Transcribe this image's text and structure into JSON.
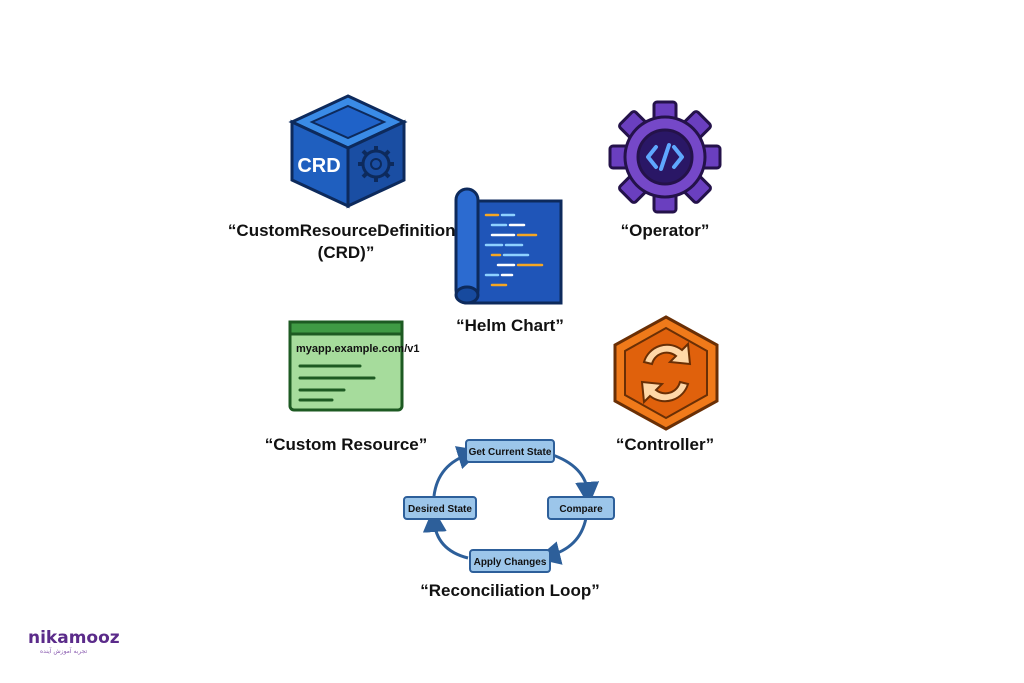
{
  "crd": {
    "label_line1": "“CustomResourceDefinition”",
    "label_line2": "(CRD)”",
    "icon_text": "CRD"
  },
  "operator": {
    "label": "“Operator”"
  },
  "helm": {
    "label": "“Helm Chart”"
  },
  "custom_resource": {
    "label": "“Custom Resource”",
    "api_text": "myapp.example.com/v1"
  },
  "controller": {
    "label": "“Controller”"
  },
  "loop": {
    "label": "“Reconciliation Loop”",
    "steps": {
      "get": "Get Current State",
      "compare": "Compare",
      "apply": "Apply Changes",
      "desired": "Desired State"
    }
  },
  "brand": {
    "name": "nikamooz",
    "tagline": "تجربه آموزش آینده"
  },
  "colors": {
    "crd_blue": "#1f5fbf",
    "operator_purple": "#6a3fbf",
    "helm_blue": "#1f55b8",
    "cr_green": "#8fcf86",
    "controller_orange": "#f07a1a",
    "loop_box": "#9cc6ea",
    "loop_arrow": "#2d5f9a"
  }
}
